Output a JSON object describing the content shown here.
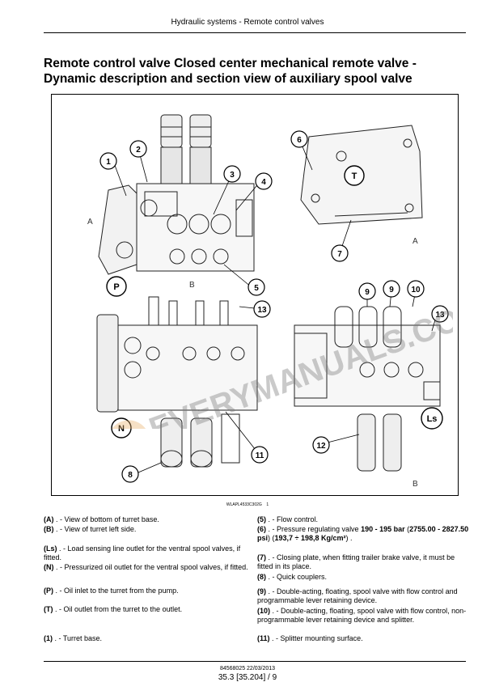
{
  "header": {
    "running_title": "Hydraulic systems - Remote control valves"
  },
  "title": {
    "line1": "Remote control valve Closed center mechanical remote valve -",
    "line2": "Dynamic description and section view of auxiliary spool valve"
  },
  "figure": {
    "callouts": [
      "1",
      "2",
      "3",
      "4",
      "5",
      "6",
      "7",
      "8",
      "9",
      "9",
      "10",
      "11",
      "12",
      "13",
      "13"
    ],
    "letters": [
      "P",
      "T",
      "N",
      "Ls"
    ],
    "view_labels": [
      "A",
      "B",
      "A",
      "B"
    ],
    "figure_id": "WLAPL4533C302G",
    "figure_number": "1"
  },
  "watermark": {
    "text": "EVERYMANUALS.COM"
  },
  "legend": {
    "left": [
      {
        "key": "(A)",
        "text": ". - View of bottom of turret base."
      },
      {
        "key": "(B)",
        "text": ". - View of turret left side."
      },
      {
        "key": "(Ls)",
        "text": ". - Load sensing line outlet for the ventral spool valves, if fitted."
      },
      {
        "key": "(N)",
        "text": ". - Pressurized oil outlet for the ventral spool valves, if fitted."
      },
      {
        "key": "(P)",
        "text": ". - Oil inlet to the turret from the pump."
      },
      {
        "key": "(T)",
        "text": ". - Oil outlet from the turret to the outlet."
      },
      {
        "key": "(1)",
        "text": ". - Turret base."
      }
    ],
    "right": [
      {
        "key": "(5)",
        "text": ". - Flow control."
      },
      {
        "key": "(6)",
        "text_a": ". - Pressure regulating valve ",
        "bold_a": "190 - 195 bar",
        "text_b": " (",
        "bold_b": "2755.00 - 2827.50 psi",
        "text_c": ") (",
        "bold_c": "193,7 ÷ 198,8 Kg/cm²",
        "text_d": ") ."
      },
      {
        "key": "(7)",
        "text": ". - Closing plate, when fitting trailer brake valve, it must be fitted in its place."
      },
      {
        "key": "(8)",
        "text": ". - Quick couplers."
      },
      {
        "key": "(9)",
        "text": ". - Double-acting, floating, spool valve with flow control and programmable lever retaining device."
      },
      {
        "key": "(10)",
        "text": ". - Double-acting, floating, spool valve with flow control, non-programmable lever retaining device and splitter."
      },
      {
        "key": "(11)",
        "text": ". - Splitter mounting surface."
      }
    ]
  },
  "footer": {
    "doc_ref": "84568025 22/03/2013",
    "page": "35.3 [35.204] / 9"
  }
}
